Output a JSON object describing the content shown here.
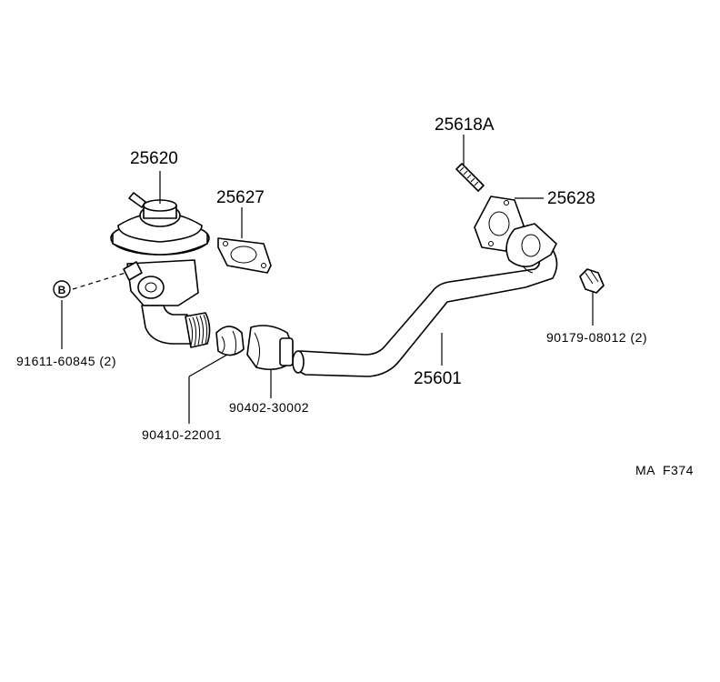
{
  "parts": {
    "p25620": "25620",
    "p25627": "25627",
    "p25618A": "25618A",
    "p25628": "25628",
    "p25601": "25601",
    "p91611": "91611-60845 (2)",
    "p90410": "90410-22001",
    "p90402": "90402-30002",
    "p90179": "90179-08012 (2)",
    "ref_b": "B"
  },
  "diagram_code": "MA  F374",
  "colors": {
    "line": "#000000",
    "background": "#ffffff"
  }
}
